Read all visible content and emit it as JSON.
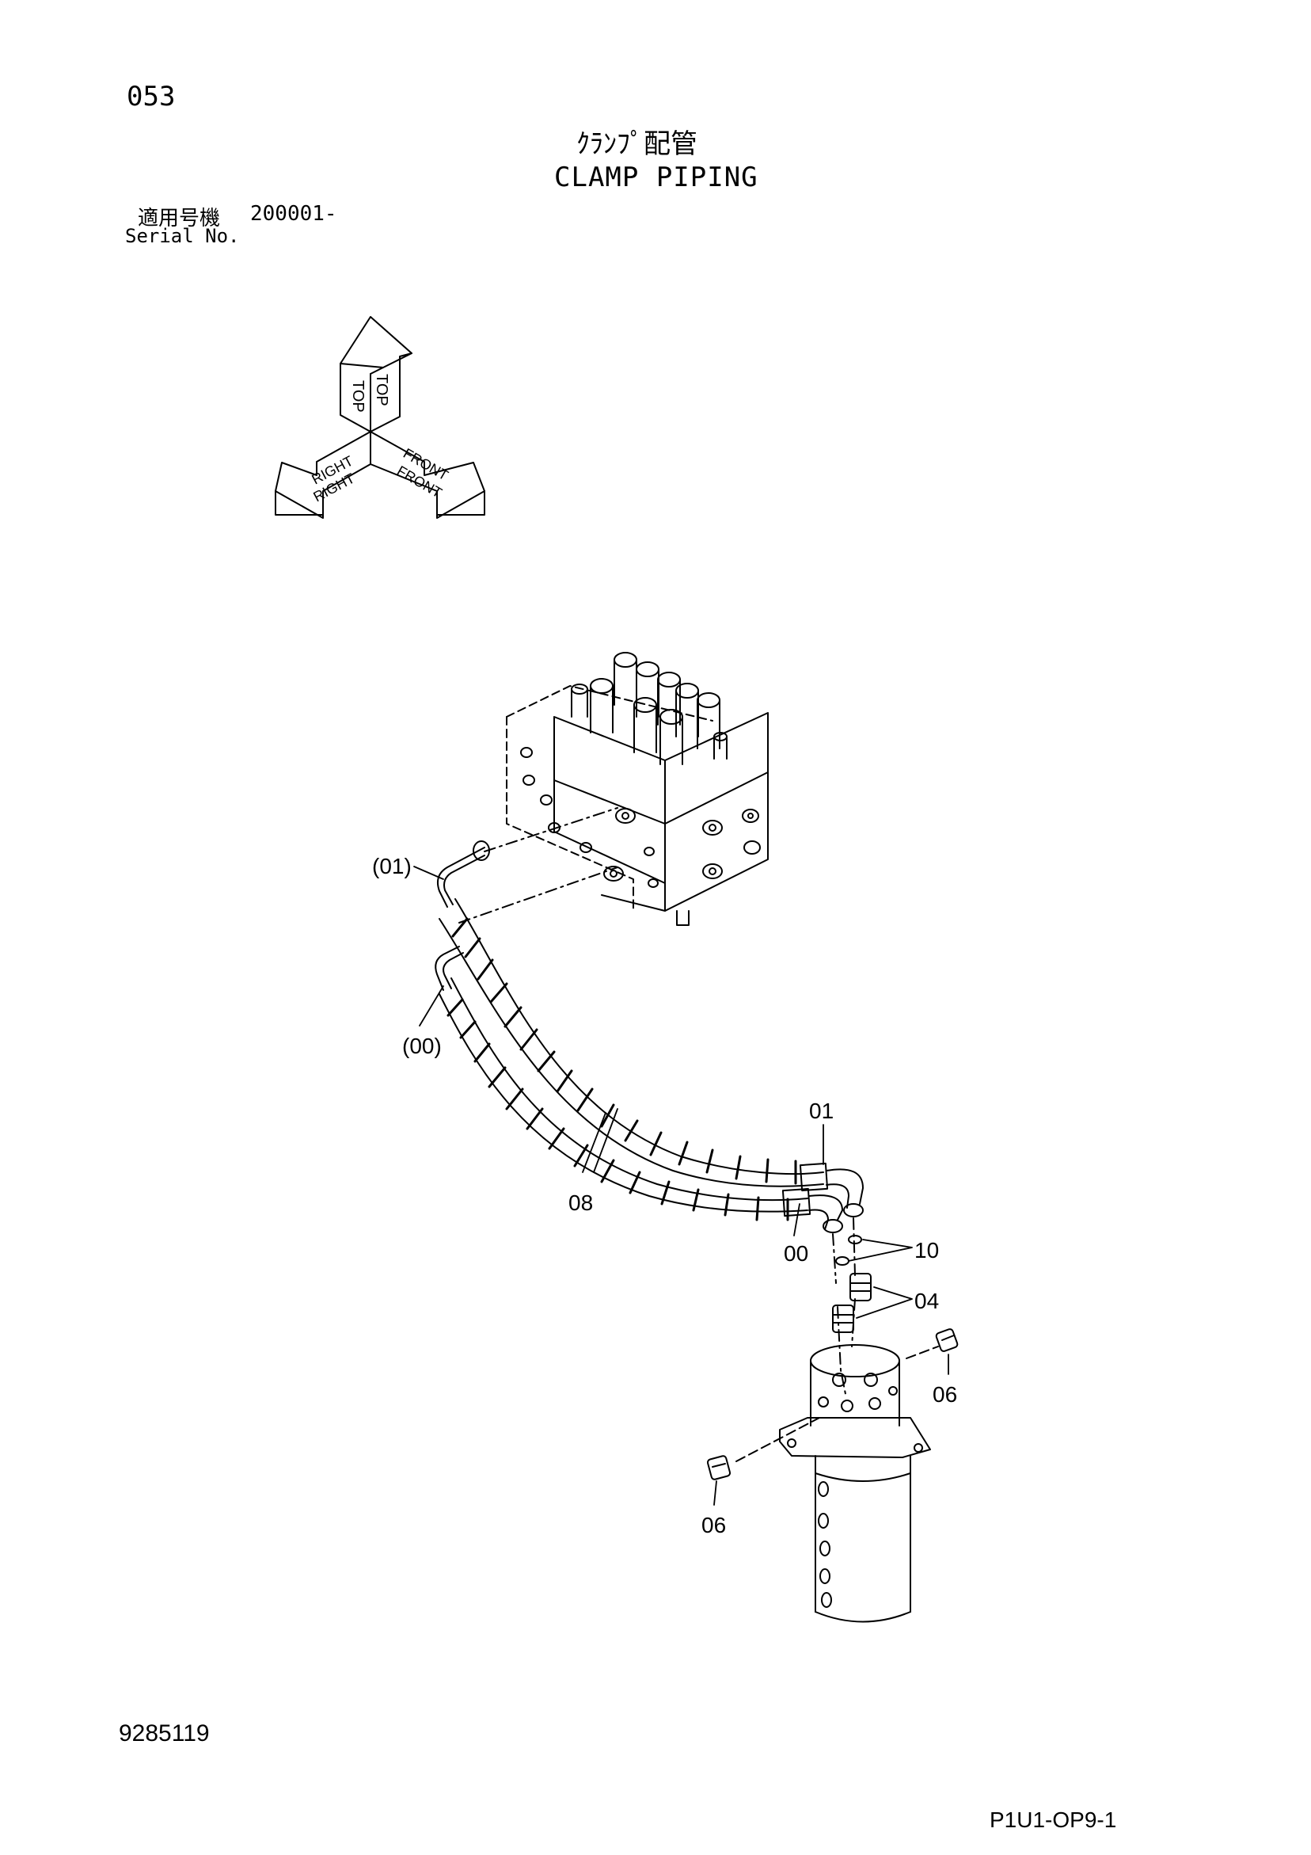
{
  "header": {
    "page_number": "053",
    "title_jp": "ｸﾗﾝﾌﾟ配管",
    "title_en": "CLAMP PIPING",
    "serial_label_jp": "適用号機",
    "serial_range": "200001-",
    "serial_label_en": "Serial No."
  },
  "orientation": {
    "top": "TOP",
    "right": "RIGHT",
    "front": "FRONT"
  },
  "callouts": {
    "ref01": "(01)",
    "ref00": "(00)",
    "c01": "01",
    "c08": "08",
    "c00": "00",
    "c10": "10",
    "c04": "04",
    "c06a": "06",
    "c06b": "06"
  },
  "footer": {
    "doc_number": "9285119",
    "sheet_code": "P1U1-OP9-1"
  }
}
